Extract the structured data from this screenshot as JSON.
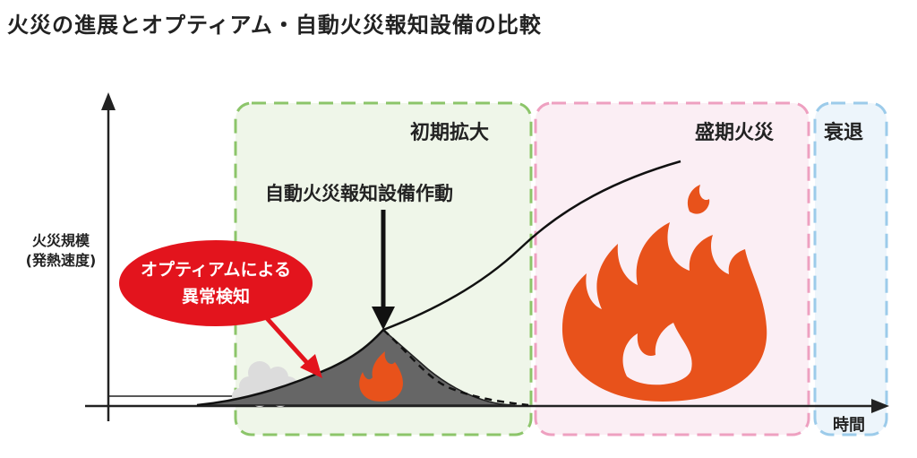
{
  "title": "火災の進展とオプティアム・自動火災報知設備の比較",
  "y_axis_label_line1": "火災規模",
  "y_axis_label_line2": "(発熱速度)",
  "x_axis_label": "時間",
  "zones": {
    "early": "初期拡大",
    "peak": "盛期火災",
    "decay": "衰退"
  },
  "auto_alarm_label": "自動火災報知設備作動",
  "optiam_bubble_line1": "オプティアムによる",
  "optiam_bubble_line2": "異常検知",
  "colors": {
    "early_zone_border": "#8cc56a",
    "early_zone_fill": "#eff6e9",
    "peak_zone_border": "#eea0c0",
    "peak_zone_fill": "#fbeef4",
    "decay_zone_border": "#9ccbea",
    "decay_zone_fill": "#edf5fb",
    "bubble": "#e3141d",
    "flame": "#e8521b",
    "axis": "#222222"
  }
}
